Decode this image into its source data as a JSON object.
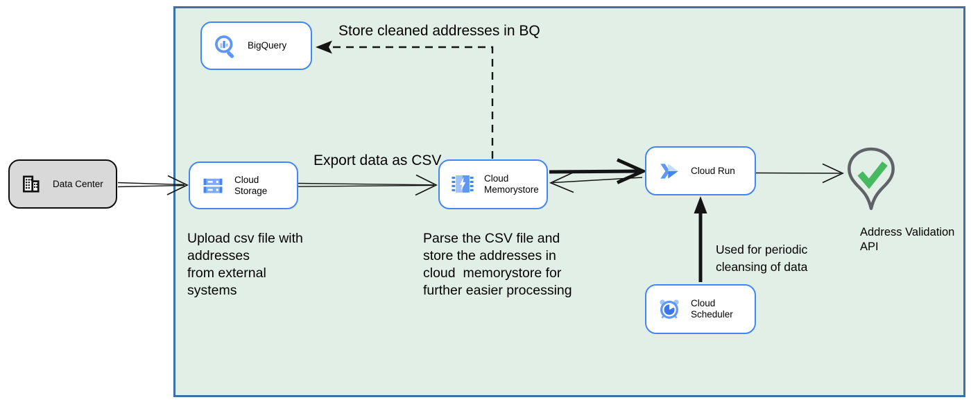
{
  "zone": {
    "name": "cloud-environment-boundary"
  },
  "colors": {
    "zone_fill": "#e2efe6",
    "zone_border": "#3a71a8",
    "node_border_blue": "#4285f4",
    "datacenter_fill": "#d9d9d9",
    "arrow_black": "#141414",
    "check_green": "#47b960",
    "pin_gray": "#5f6368"
  },
  "nodes": {
    "data_center": {
      "label": "Data Center",
      "icon": "building-icon"
    },
    "bigquery": {
      "label": "BigQuery",
      "icon": "bigquery-icon"
    },
    "cloud_storage": {
      "label": "Cloud Storage",
      "icon": "cloud-storage-icon"
    },
    "memorystore": {
      "label": "Cloud Memorystore",
      "icon": "memorystore-icon"
    },
    "cloud_run": {
      "label": "Cloud Run",
      "icon": "cloud-run-icon"
    },
    "cloud_scheduler": {
      "label": "Cloud Scheduler",
      "icon": "cloud-scheduler-icon"
    },
    "address_validation": {
      "label": "Address Validation\nAPI",
      "icon": "map-pin-check-icon"
    }
  },
  "annotations": {
    "store_bq": "Store cleaned addresses in BQ",
    "export_csv": "Export data as CSV",
    "upload_note": "Upload csv file with\naddresses\nfrom external\nsystems",
    "parse_note": "Parse the CSV file and\nstore the addresses in\ncloud  memorystore for\nfurther easier processing",
    "periodic_note": "Used for periodic\ncleansing of data"
  }
}
